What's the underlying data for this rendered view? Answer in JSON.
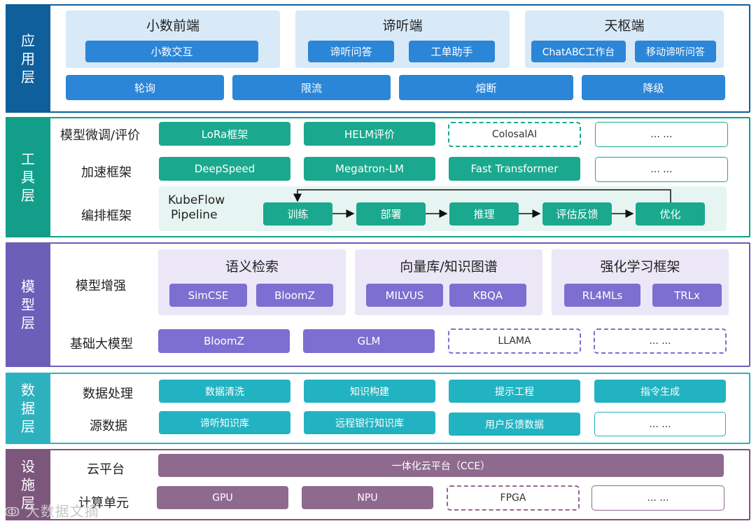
{
  "colors": {
    "app_frame": "#0e5f9c",
    "app_btn": "#2b86d8",
    "app_group": "#d8e9f8",
    "tool_frame": "#139e8a",
    "tool_btn": "#1aa98e",
    "tool_bg": "#e6f5f1",
    "model_frame": "#6b5fb8",
    "model_btn": "#7c6fd1",
    "model_group": "#ebe7f7",
    "data_frame": "#2eb1bf",
    "data_btn": "#22b3c2",
    "infra_frame": "#7d567c",
    "infra_btn": "#8f6a8f"
  },
  "app_layer": {
    "label": [
      "应",
      "用",
      "层"
    ],
    "groups": [
      {
        "title": "小数前端",
        "items": [
          "小数交互"
        ]
      },
      {
        "title": "谛听端",
        "items": [
          "谛听问答",
          "工单助手"
        ]
      },
      {
        "title": "天枢端",
        "items": [
          "ChatABC工作台",
          "移动谛听问答"
        ]
      }
    ],
    "controls": [
      "轮询",
      "限流",
      "熔断",
      "降级"
    ]
  },
  "tool_layer": {
    "label": [
      "工",
      "具",
      "层"
    ],
    "rows": [
      {
        "label": "模型微调/评价",
        "items": [
          "LoRa框架",
          "HELM评价",
          "ColosalAI",
          "... ..."
        ]
      },
      {
        "label": "加速框架",
        "items": [
          "DeepSpeed",
          "Megatron-LM",
          "Fast Transformer",
          "... ..."
        ]
      },
      {
        "label": "编排框架"
      }
    ],
    "pipeline": {
      "title_line1": "KubeFlow",
      "title_line2": "Pipeline",
      "steps": [
        "训练",
        "部署",
        "推理",
        "评估反馈",
        "优化"
      ]
    }
  },
  "model_layer": {
    "label": [
      "模",
      "型",
      "层"
    ],
    "enhance_label": "模型增强",
    "groups": [
      {
        "title": "语义检索",
        "items": [
          "SimCSE",
          "BloomZ"
        ]
      },
      {
        "title": "向量库/知识图谱",
        "items": [
          "MILVUS",
          "KBQA"
        ]
      },
      {
        "title": "强化学习框架",
        "items": [
          "RL4MLs",
          "TRLx"
        ]
      }
    ],
    "base_label": "基础大模型",
    "base_items": [
      "BloomZ",
      "GLM",
      "LLAMA",
      "... ..."
    ]
  },
  "data_layer": {
    "label": [
      "数",
      "据",
      "层"
    ],
    "rows": [
      {
        "label": "数据处理",
        "items": [
          "数据清洗",
          "知识构建",
          "提示工程",
          "指令生成"
        ]
      },
      {
        "label": "源数据",
        "items": [
          "谛听知识库",
          "远程银行知识库",
          "用户反馈数据",
          "... ..."
        ]
      }
    ]
  },
  "infra_layer": {
    "label": [
      "设",
      "施",
      "层"
    ],
    "cloud_label": "云平台",
    "cloud_item": "一体化云平台（CCE）",
    "compute_label": "计算单元",
    "compute_items": [
      "GPU",
      "NPU",
      "FPGA",
      "... ..."
    ]
  },
  "watermark": "大数据文摘"
}
